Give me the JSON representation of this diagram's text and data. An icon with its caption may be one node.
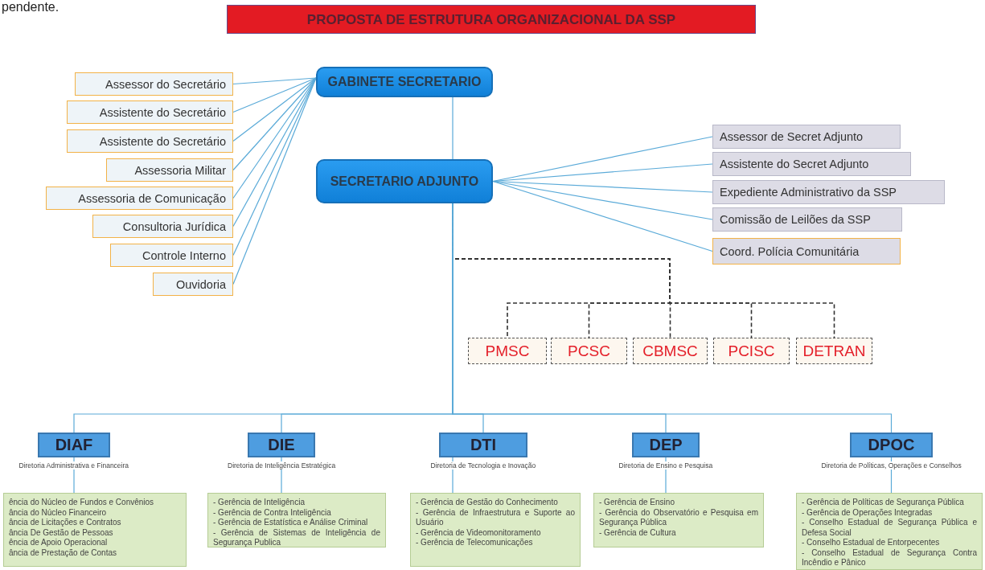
{
  "diagram": {
    "title": "PROPOSTA DE ESTRUTURA ORGANIZACIONAL DA SSP",
    "nodes": [
      {
        "text": [
          "GABINETE SECRETARIO"
        ]
      },
      {
        "text": [
          "Assessor do Secretário"
        ]
      },
      {
        "text": [
          "Assistente do Secretário"
        ]
      },
      {
        "text": [
          "Assistente do Secretário"
        ]
      },
      {
        "text": [
          "Assessoria Militar"
        ]
      },
      {
        "text": [
          "Assessoria de Comunicação"
        ]
      },
      {
        "text": [
          "Consultoria Jurídica"
        ]
      },
      {
        "text": [
          "Controle Interno"
        ]
      },
      {
        "text": [
          "Ouvidoria"
        ]
      },
      {
        "text": [
          "SECRETARIO ADJUNTO"
        ]
      },
      {
        "text": [
          "Assessor de Secret Adjunto"
        ]
      },
      {
        "text": [
          "Assistente do Secret Adjunto"
        ]
      },
      {
        "text": [
          "Expediente Administrativo da SSP"
        ]
      },
      {
        "text": [
          "Comissão de Leilões da SSP"
        ]
      },
      {
        "text": [
          "Coord. Polícia Comunitária"
        ]
      },
      {
        "text": [
          "PMSC"
        ]
      },
      {
        "text": [
          "PCSC"
        ]
      },
      {
        "text": [
          "CBMSC"
        ]
      },
      {
        "text": [
          "PCISC"
        ]
      },
      {
        "text": [
          "DETRAN"
        ]
      },
      {
        "text": [
          "DIAF"
        ],
        "beside": [
          "Diretoria Administrativa e Financeira"
        ]
      },
      {
        "text": [
          "ência do Núcleo de Fundos e Convênios",
          "ância do Núcleo Financeiro",
          "ância de Licitações e Contratos",
          "ância De Gestão de Pessoas",
          "ência de Apoio Operacional",
          "ância de Prestação de Contas"
        ]
      },
      {
        "text": [
          "DIE"
        ],
        "beside": [
          "Diretoria de Inteligência Estratégica"
        ]
      },
      {
        "text": [
          "- Gerência de Inteligência",
          "- Gerência de Contra Inteligência",
          "- Gerência de Estatística e Análise Criminal",
          "- Gerência de Sistemas de Inteligência de Segurança Publica"
        ]
      },
      {
        "text": [
          "DTI"
        ],
        "beside": [
          "Diretoria de Tecnologia e Inovação"
        ]
      },
      {
        "text": [
          "- Gerência de Gestão do Conhecimento",
          "- Gerência de Infraestrutura e Suporte ao Usuário",
          "- Gerência de Videomonitoramento",
          "- Gerência de Telecomunicações"
        ]
      },
      {
        "text": [
          "DEP"
        ],
        "beside": [
          "Diretoria de Ensino e Pesquisa"
        ]
      },
      {
        "text": [
          "- Gerência de Ensino",
          "- Gerência do Observatório e Pesquisa em Segurança Pública",
          "- Gerência de Cultura"
        ]
      },
      {
        "text": [
          "DPOC"
        ],
        "beside": [
          "Diretoria de Políticas, Operações e Conselhos"
        ]
      },
      {
        "text": [
          "- Gerência de Políticas de Segurança Pública",
          "- Gerência de Operações Integradas",
          "- Conselho Estadual de Segurança Pública e Defesa Social",
          "- Conselho Estadual de Entorpecentes",
          "- Conselho Estadual de Segurança Contra Incêndio e Pânico"
        ]
      }
    ],
    "edges": [
      {
        "from": 0,
        "to": 1,
        "arrow": "none"
      },
      {
        "from": 0,
        "to": 2,
        "arrow": "none"
      },
      {
        "from": 0,
        "to": 3,
        "arrow": "none"
      },
      {
        "from": 0,
        "to": 4,
        "arrow": "none"
      },
      {
        "from": 0,
        "to": 5,
        "arrow": "none"
      },
      {
        "from": 0,
        "to": 6,
        "arrow": "none"
      },
      {
        "from": 0,
        "to": 7,
        "arrow": "none"
      },
      {
        "from": 0,
        "to": 8,
        "arrow": "none"
      },
      {
        "from": 0,
        "to": 9,
        "arrow": "none"
      },
      {
        "from": 9,
        "to": 10,
        "arrow": "none"
      },
      {
        "from": 9,
        "to": 11,
        "arrow": "none"
      },
      {
        "from": 9,
        "to": 12,
        "arrow": "none"
      },
      {
        "from": 9,
        "to": 13,
        "arrow": "none"
      },
      {
        "from": 9,
        "to": 14,
        "arrow": "none"
      },
      {
        "from": 9,
        "to": 15,
        "arrow": "none",
        "style": "dashed",
        "color": "#333333"
      },
      {
        "from": 9,
        "to": 16,
        "arrow": "none",
        "style": "dashed",
        "color": "#333333"
      },
      {
        "from": 9,
        "to": 17,
        "arrow": "none",
        "style": "dashed",
        "color": "#333333"
      },
      {
        "from": 9,
        "to": 18,
        "arrow": "none",
        "style": "dashed",
        "color": "#333333"
      },
      {
        "from": 9,
        "to": 19,
        "arrow": "none",
        "style": "dashed",
        "color": "#333333"
      },
      {
        "from": 9,
        "to": 20,
        "arrow": "none"
      },
      {
        "from": 9,
        "to": 22,
        "arrow": "none"
      },
      {
        "from": 9,
        "to": 24,
        "arrow": "none"
      },
      {
        "from": 9,
        "to": 26,
        "arrow": "none"
      },
      {
        "from": 9,
        "to": 28,
        "arrow": "none"
      },
      {
        "from": 20,
        "to": 21,
        "arrow": "none"
      },
      {
        "from": 22,
        "to": 23,
        "arrow": "none"
      },
      {
        "from": 24,
        "to": 25,
        "arrow": "none"
      },
      {
        "from": 26,
        "to": 27,
        "arrow": "none"
      },
      {
        "from": 28,
        "to": 29,
        "arrow": "none"
      }
    ],
    "labels": [
      "pendente."
    ]
  }
}
